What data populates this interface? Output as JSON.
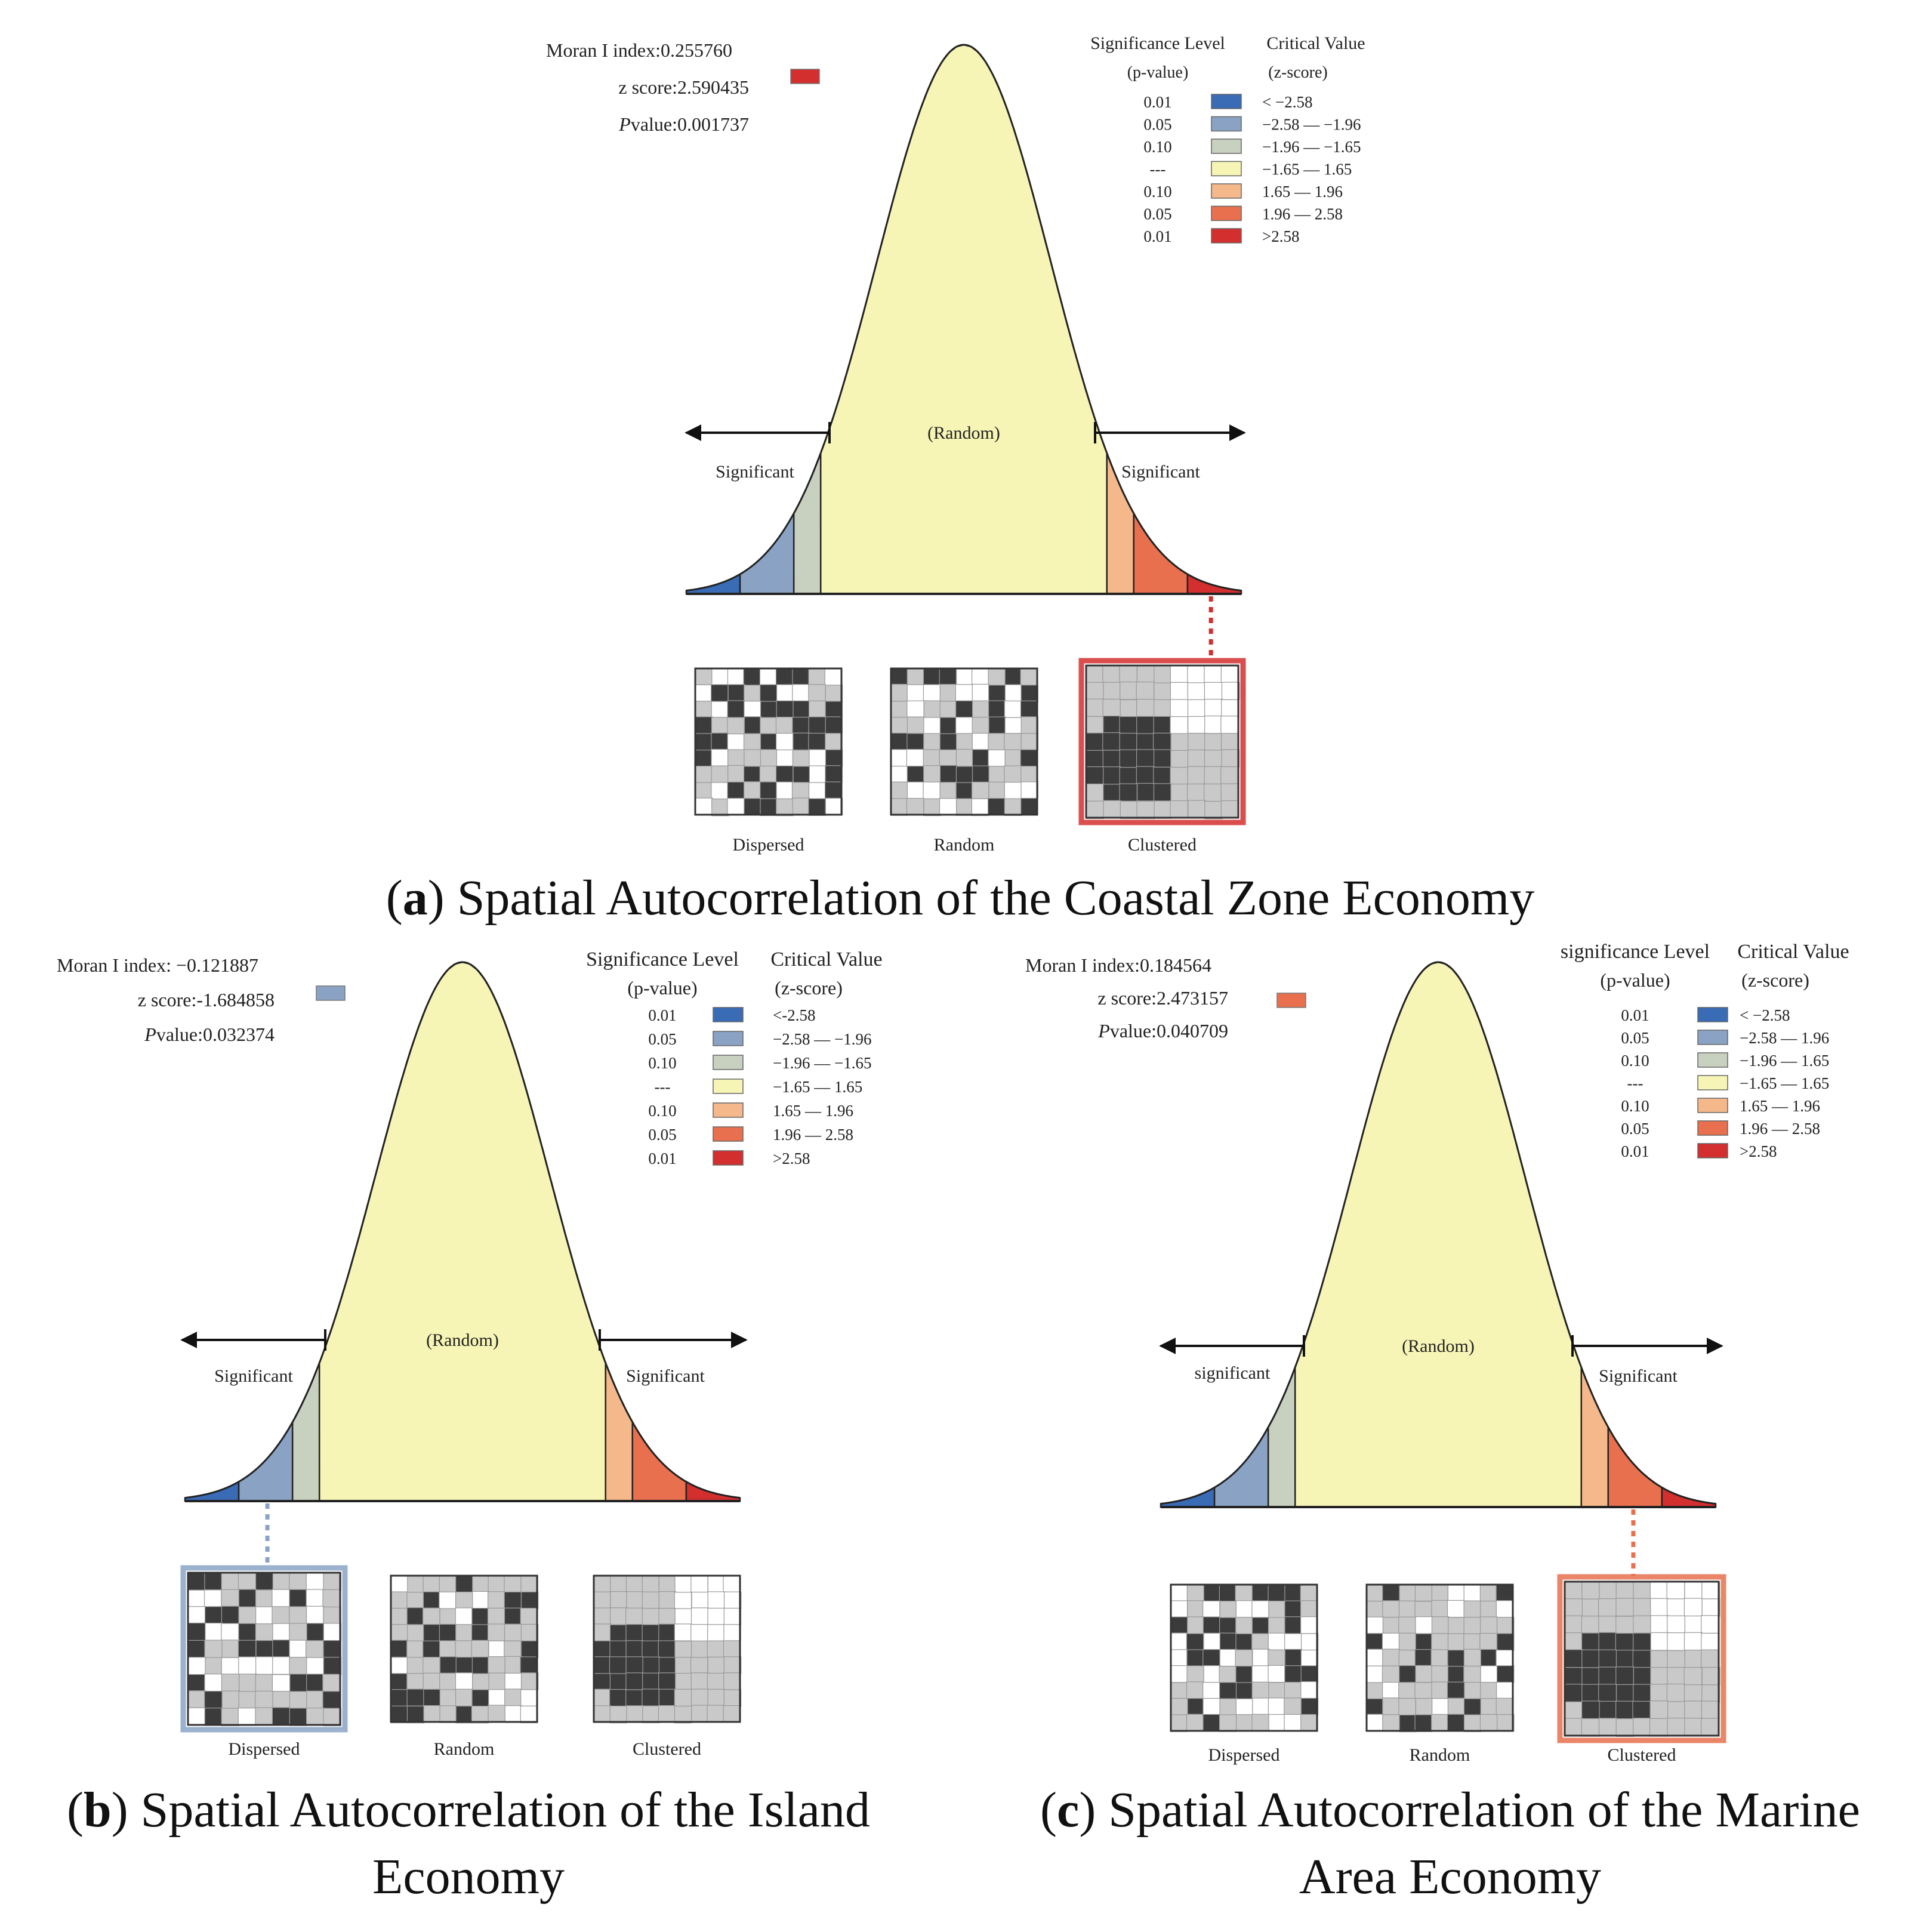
{
  "chart_data": [
    {
      "panel": "a",
      "type": "area",
      "caption": {
        "label": "a",
        "text": ") Spatial Autocorrelation of the Coastal Zone Economy",
        "lines": [
          ") Spatial Autocorrelation of the Coastal Zone Economy"
        ]
      },
      "stats": {
        "moran": "Moran I index:0.255760",
        "z_score": "z score:2.590435",
        "p_value": "value:0.001737",
        "p_prefix": "P",
        "result_color": "#d32f2f",
        "result_bin": 6
      },
      "legend": {
        "header_p": [
          "Significance Level",
          "(p-value)"
        ],
        "header_z": [
          "Critical Value",
          "(z-score)"
        ],
        "p_values": [
          "0.01",
          "0.05",
          "0.10",
          "---",
          "0.10",
          "0.05",
          "0.01"
        ],
        "z_ranges": [
          "< −2.58",
          "−2.58 — −1.96",
          "−1.96 — −1.65",
          "−1.65 — 1.65",
          "1.65 — 1.96",
          "1.96 — 2.58",
          ">2.58"
        ]
      },
      "curve": {
        "random": "(Random)",
        "sig_left": "Significant",
        "sig_right": "Significant"
      },
      "maps": [
        "Dispersed",
        "Random",
        "Clustered"
      ],
      "highlight_map": 2
    },
    {
      "panel": "b",
      "type": "area",
      "caption": {
        "label": "b",
        "text": ") Spatial Autocorrelation of the Island Economy",
        "lines": [
          ") Spatial Autocorrelation of the Island",
          "Economy"
        ]
      },
      "stats": {
        "moran": "Moran I index: −0.121887",
        "z_score": "z score:-1.684858",
        "p_value": "value:0.032374",
        "p_prefix": "P",
        "result_color": "#8aa3c4",
        "result_bin": 1
      },
      "legend": {
        "header_p": [
          "Significance Level",
          "(p-value)"
        ],
        "header_z": [
          "Critical Value",
          "(z-score)"
        ],
        "p_values": [
          "0.01",
          "0.05",
          "0.10",
          "---",
          "0.10",
          "0.05",
          "0.01"
        ],
        "z_ranges": [
          "<-2.58",
          "−2.58 — −1.96",
          "−1.96 — −1.65",
          "−1.65 — 1.65",
          "1.65 — 1.96",
          "1.96 — 2.58",
          ">2.58"
        ]
      },
      "curve": {
        "random": "(Random)",
        "sig_left": "Significant",
        "sig_right": "Significant"
      },
      "maps": [
        "Dispersed",
        "Random",
        "Clustered"
      ],
      "highlight_map": 0
    },
    {
      "panel": "c",
      "type": "area",
      "caption": {
        "label": "c",
        "text": ") Spatial Autocorrelation of the Marine Area Economy",
        "lines": [
          ") Spatial Autocorrelation of the Marine",
          "Area Economy"
        ]
      },
      "stats": {
        "moran": "Moran I index:0.184564",
        "z_score": "z score:2.473157",
        "p_value": "value:0.040709",
        "p_prefix": "P",
        "result_color": "#e8704e",
        "result_bin": 5
      },
      "legend": {
        "header_p": [
          "significance Level",
          "(p-value)"
        ],
        "header_z": [
          "Critical Value",
          "(z-score)"
        ],
        "p_values": [
          "0.01",
          "0.05",
          "0.10",
          "---",
          "0.10",
          "0.05",
          "0.01"
        ],
        "z_ranges": [
          "< −2.58",
          "−2.58 — 1.96",
          "−1.96 — 1.65",
          "−1.65 — 1.65",
          "1.65 — 1.96",
          "1.96 — 2.58",
          ">2.58"
        ]
      },
      "curve": {
        "random": "(Random)",
        "sig_left": "significant",
        "sig_right": "Significant"
      },
      "maps": [
        "Dispersed",
        "Random",
        "Clustered"
      ],
      "highlight_map": 2
    }
  ],
  "bin_colors": [
    "#3a6bb5",
    "#8aa3c4",
    "#c8d0c0",
    "#f7f5b5",
    "#f5b88a",
    "#e8704e",
    "#d32f2f"
  ],
  "curve_fill": "#f7f5b5"
}
